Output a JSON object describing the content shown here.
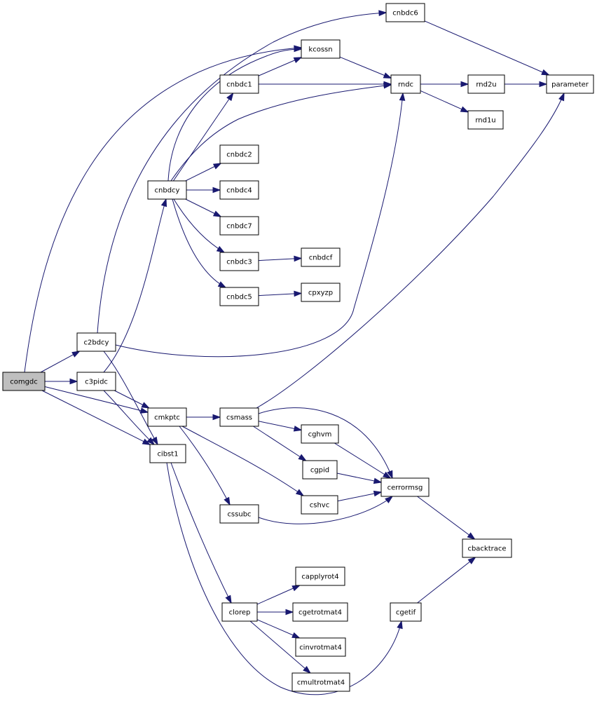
{
  "graph": {
    "edge_color": "#191970",
    "root_fill": "#bfbfbf",
    "nodes": [
      {
        "id": "comgdc",
        "label": "comgdc",
        "root": true
      },
      {
        "id": "c2bdcy",
        "label": "c2bdcy"
      },
      {
        "id": "c3pidc",
        "label": "c3pidc"
      },
      {
        "id": "cnbdcy",
        "label": "cnbdcy"
      },
      {
        "id": "cmkptc",
        "label": "cmkptc"
      },
      {
        "id": "cibst1",
        "label": "cibst1"
      },
      {
        "id": "cnbdc6",
        "label": "cnbdc6"
      },
      {
        "id": "kcossn",
        "label": "kcossn"
      },
      {
        "id": "cnbdc1",
        "label": "cnbdc1"
      },
      {
        "id": "rndc",
        "label": "rndc"
      },
      {
        "id": "rnd2u",
        "label": "rnd2u"
      },
      {
        "id": "rnd1u",
        "label": "rnd1u"
      },
      {
        "id": "parameter",
        "label": "parameter"
      },
      {
        "id": "cnbdc2",
        "label": "cnbdc2"
      },
      {
        "id": "cnbdc4",
        "label": "cnbdc4"
      },
      {
        "id": "cnbdc7",
        "label": "cnbdc7"
      },
      {
        "id": "cnbdc3",
        "label": "cnbdc3"
      },
      {
        "id": "cnbdcf",
        "label": "cnbdcf"
      },
      {
        "id": "cnbdc5",
        "label": "cnbdc5"
      },
      {
        "id": "cpxyzp",
        "label": "cpxyzp"
      },
      {
        "id": "csmass",
        "label": "csmass"
      },
      {
        "id": "cghvm",
        "label": "cghvm"
      },
      {
        "id": "cgpid",
        "label": "cgpid"
      },
      {
        "id": "cerrormsg",
        "label": "cerrormsg"
      },
      {
        "id": "cshvc",
        "label": "cshvc"
      },
      {
        "id": "cssubc",
        "label": "cssubc"
      },
      {
        "id": "cbacktrace",
        "label": "cbacktrace"
      },
      {
        "id": "clorep",
        "label": "clorep"
      },
      {
        "id": "capplyrot4",
        "label": "capplyrot4"
      },
      {
        "id": "cgetrotmat4",
        "label": "cgetrotmat4"
      },
      {
        "id": "cinvrotmat4",
        "label": "cinvrotmat4"
      },
      {
        "id": "cmultrotmat4",
        "label": "cmultrotmat4"
      },
      {
        "id": "cgetif",
        "label": "cgetif"
      }
    ],
    "edges": [
      {
        "from": "comgdc",
        "to": "c2bdcy"
      },
      {
        "from": "comgdc",
        "to": "c3pidc"
      },
      {
        "from": "comgdc",
        "to": "cmkptc"
      },
      {
        "from": "comgdc",
        "to": "cibst1"
      },
      {
        "from": "comgdc",
        "to": "kcossn"
      },
      {
        "from": "c2bdcy",
        "to": "cnbdc6"
      },
      {
        "from": "c2bdcy",
        "to": "rndc"
      },
      {
        "from": "c2bdcy",
        "to": "cibst1"
      },
      {
        "from": "c3pidc",
        "to": "cnbdcy"
      },
      {
        "from": "c3pidc",
        "to": "cmkptc"
      },
      {
        "from": "c3pidc",
        "to": "cibst1"
      },
      {
        "from": "cnbdcy",
        "to": "cnbdc1"
      },
      {
        "from": "cnbdcy",
        "to": "rndc"
      },
      {
        "from": "cnbdcy",
        "to": "kcossn"
      },
      {
        "from": "cnbdcy",
        "to": "cnbdc2"
      },
      {
        "from": "cnbdcy",
        "to": "cnbdc4"
      },
      {
        "from": "cnbdcy",
        "to": "cnbdc7"
      },
      {
        "from": "cnbdcy",
        "to": "cnbdc3"
      },
      {
        "from": "cnbdcy",
        "to": "cnbdc5"
      },
      {
        "from": "cnbdc1",
        "to": "kcossn"
      },
      {
        "from": "cnbdc1",
        "to": "rndc"
      },
      {
        "from": "kcossn",
        "to": "rndc"
      },
      {
        "from": "cnbdc6",
        "to": "parameter"
      },
      {
        "from": "rndc",
        "to": "rnd2u"
      },
      {
        "from": "rndc",
        "to": "rnd1u"
      },
      {
        "from": "rnd2u",
        "to": "parameter"
      },
      {
        "from": "cnbdc3",
        "to": "cnbdcf"
      },
      {
        "from": "cnbdc5",
        "to": "cpxyzp"
      },
      {
        "from": "cmkptc",
        "to": "csmass"
      },
      {
        "from": "cmkptc",
        "to": "cssubc"
      },
      {
        "from": "cmkptc",
        "to": "cshvc"
      },
      {
        "from": "cibst1",
        "to": "clorep"
      },
      {
        "from": "cibst1",
        "to": "cgetif"
      },
      {
        "from": "csmass",
        "to": "parameter"
      },
      {
        "from": "csmass",
        "to": "cghvm"
      },
      {
        "from": "csmass",
        "to": "cgpid"
      },
      {
        "from": "csmass",
        "to": "cerrormsg"
      },
      {
        "from": "cghvm",
        "to": "cerrormsg"
      },
      {
        "from": "cgpid",
        "to": "cerrormsg"
      },
      {
        "from": "cshvc",
        "to": "cerrormsg"
      },
      {
        "from": "cssubc",
        "to": "cerrormsg"
      },
      {
        "from": "cerrormsg",
        "to": "cbacktrace"
      },
      {
        "from": "cgetif",
        "to": "cbacktrace"
      },
      {
        "from": "clorep",
        "to": "capplyrot4"
      },
      {
        "from": "clorep",
        "to": "cgetrotmat4"
      },
      {
        "from": "clorep",
        "to": "cinvrotmat4"
      },
      {
        "from": "clorep",
        "to": "cmultrotmat4"
      }
    ]
  }
}
